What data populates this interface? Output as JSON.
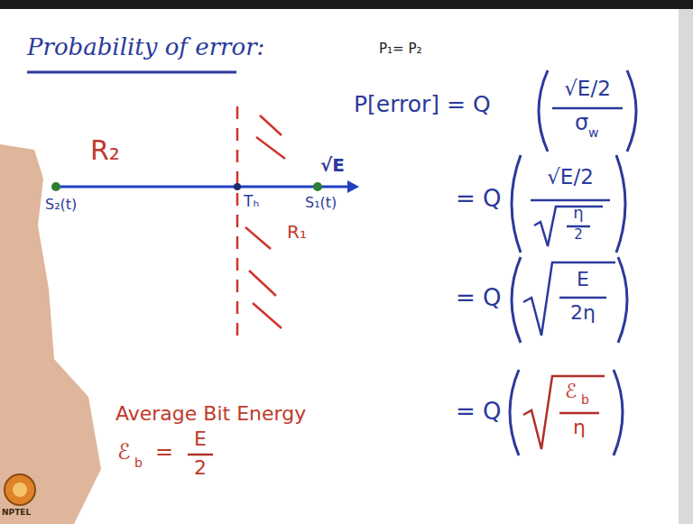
{
  "diagram": {
    "title": "Probability of error:",
    "labels": [
      "P₁= P₂",
      "P[error] = Q",
      "√E/2",
      "σ",
      "w",
      "R₂",
      "√E",
      "S₂(t)",
      "Tₕ",
      "S₁(t)",
      "R₁",
      "= Q",
      "√E/2",
      "η",
      "2",
      "= Q",
      "E",
      "2η",
      "Average Bit Energy",
      "ℰ",
      "b",
      "=",
      "E",
      "2",
      "= Q",
      "ℰ",
      "b",
      "η",
      "NPTEL"
    ]
  }
}
